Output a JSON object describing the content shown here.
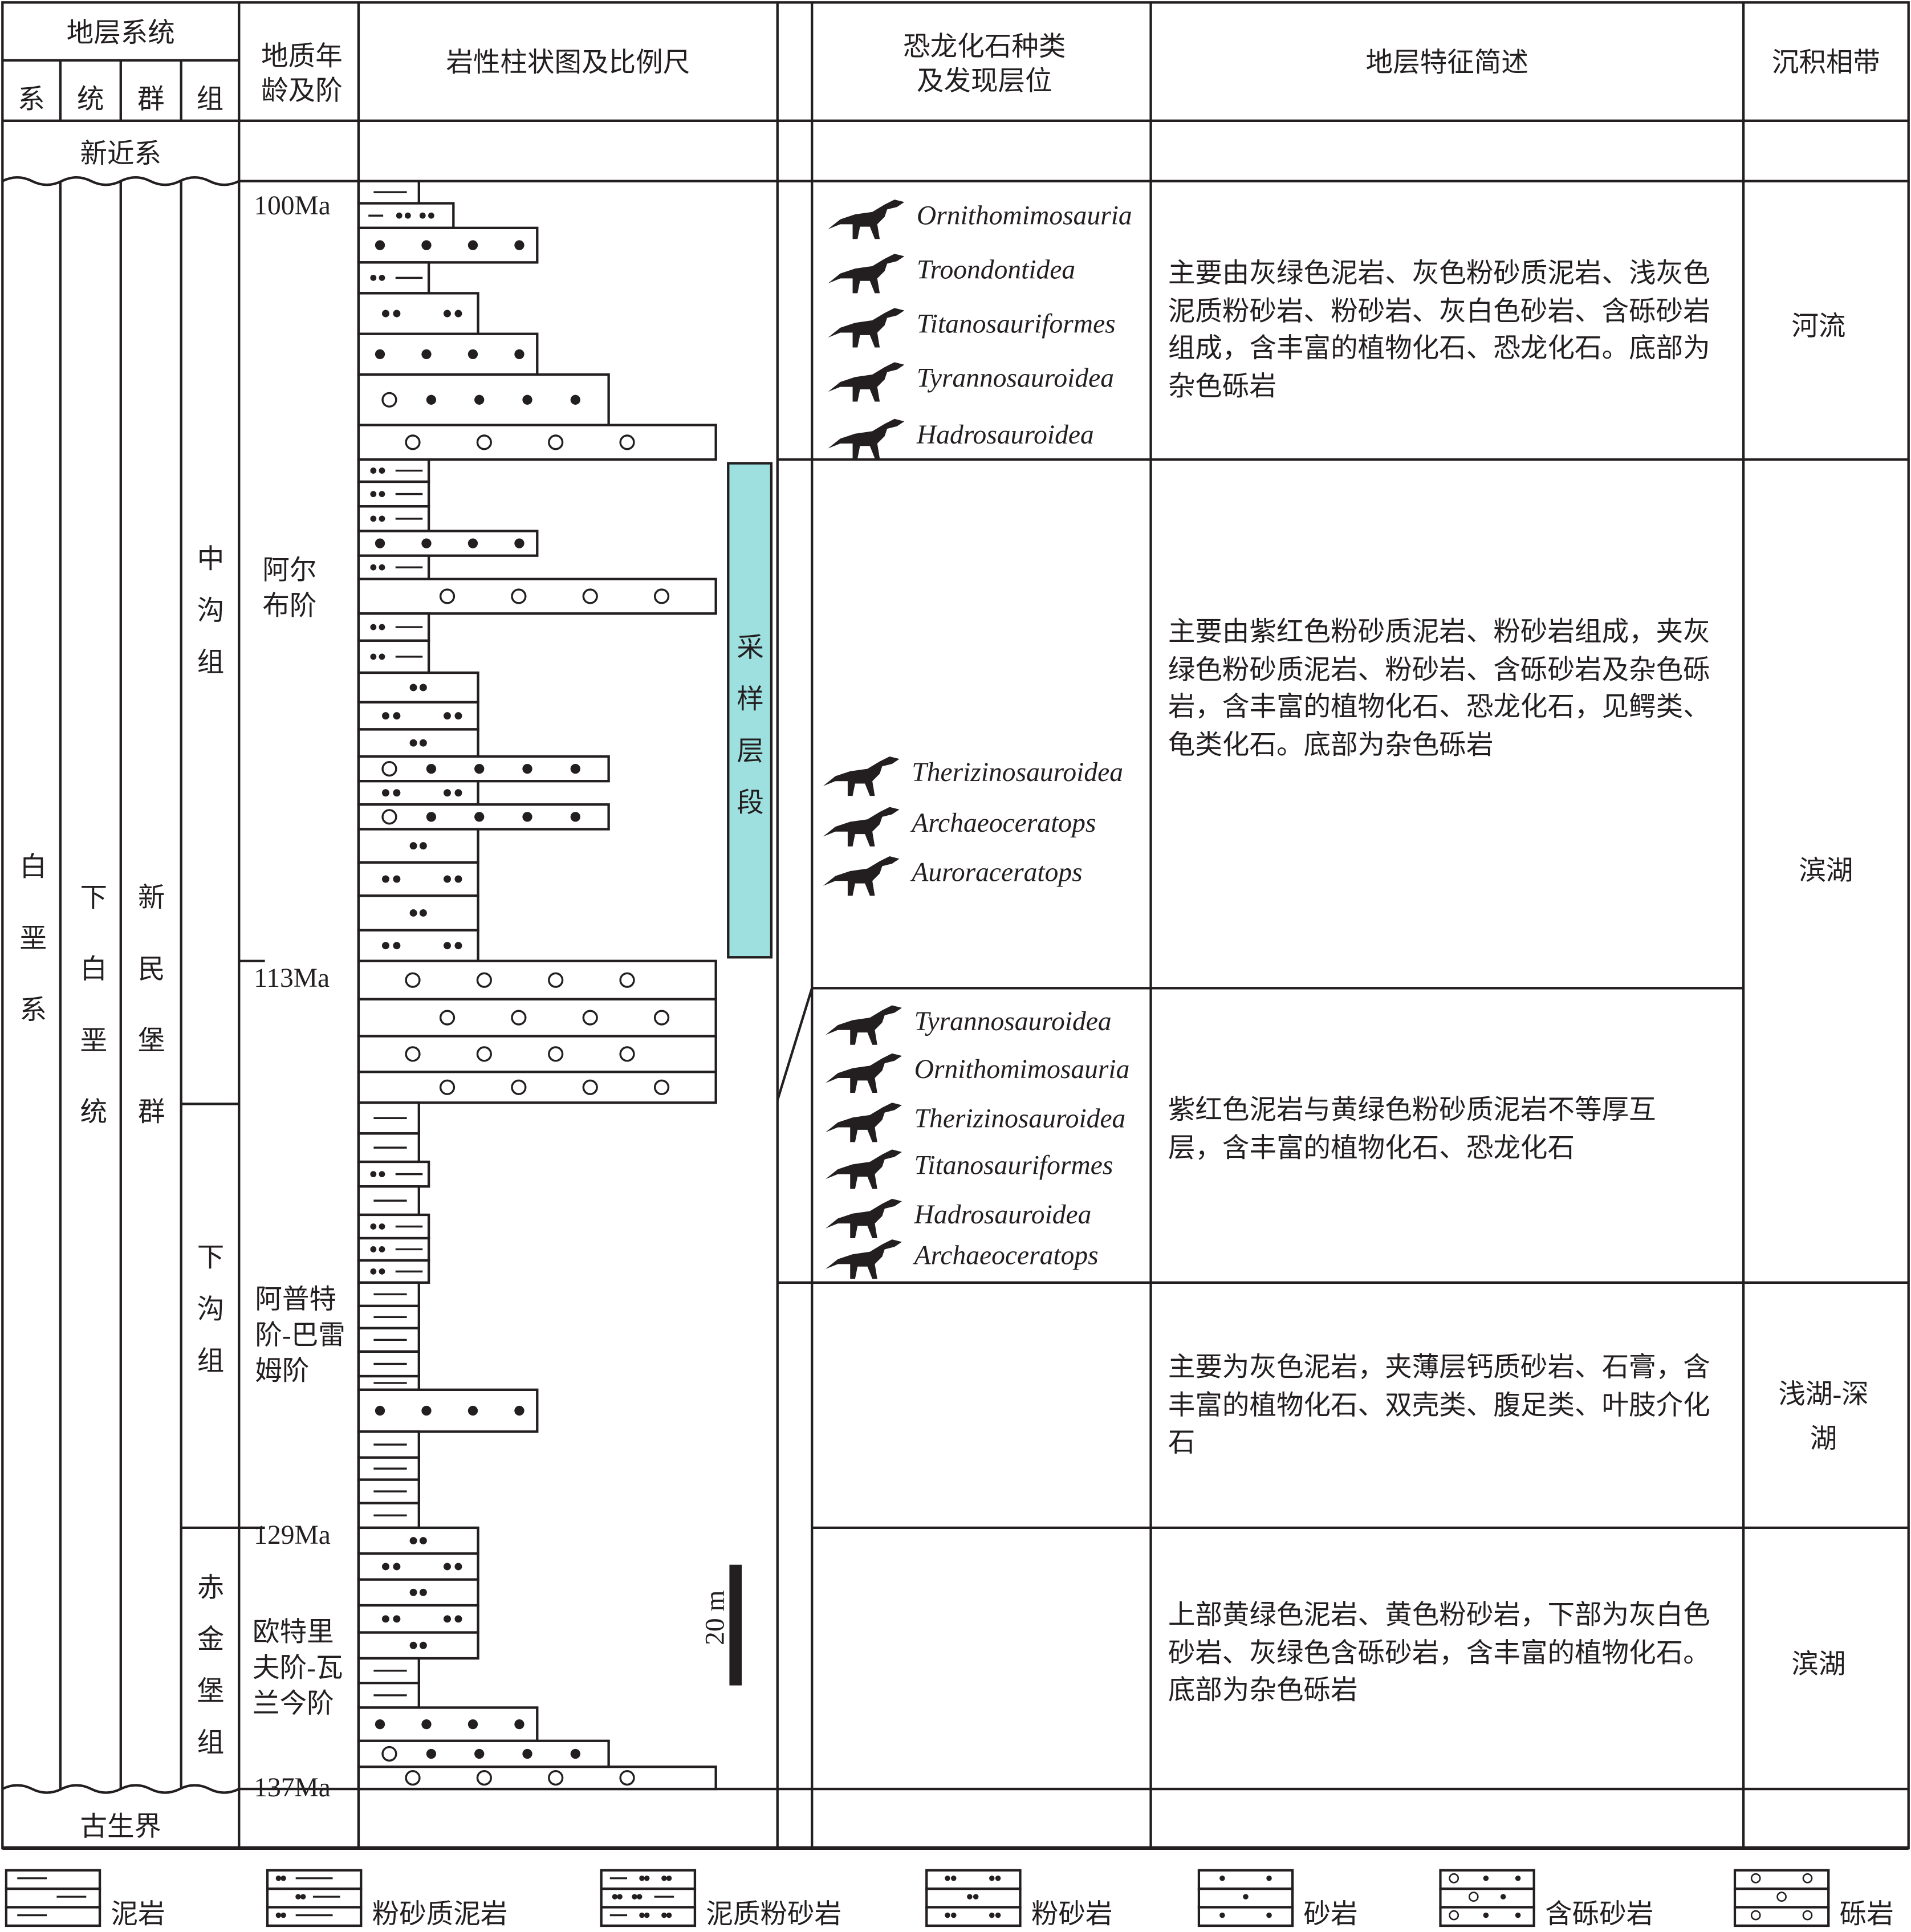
{
  "header": {
    "strat_system": "地层系统",
    "sub": [
      "系",
      "统",
      "群",
      "组"
    ],
    "age": "地质年龄及阶",
    "column": "岩性柱状图及比例尺",
    "fossil": "恐龙化石种类及发现层位",
    "feature": "地层特征简述",
    "facies": "沉积相带"
  },
  "units": {
    "top": "新近系",
    "bottom": "古生界",
    "system": "白垩系",
    "series": "下白垩统",
    "group": "新民堡群",
    "formations": [
      "中沟组",
      "下沟组",
      "赤金堡组"
    ]
  },
  "ages": [
    "100Ma",
    "113Ma",
    "129Ma",
    "137Ma"
  ],
  "stages": [
    "阿尔布阶",
    "阿普特阶-巴雷姆阶",
    "欧特里夫阶-瓦兰今阶"
  ],
  "sampling_label": "采样层段",
  "scale_label": "20 m",
  "fossils": [
    [
      "Ornithomimosauria",
      "Troondontidea",
      "Titanosauriformes",
      "Tyrannosauroidea",
      "Hadrosauroidea"
    ],
    [
      "Therizinosauroidea",
      "Archaeoceratops",
      "Auroraceratops"
    ],
    [
      "Tyrannosauroidea",
      "Ornithomimosauria",
      "Therizinosauroidea",
      "Titanosauriformes",
      "Hadrosauroidea",
      "Archaeoceratops"
    ]
  ],
  "descriptions": [
    "主要由灰绿色泥岩、灰色粉砂质泥岩、浅灰色泥质粉砂岩、粉砂岩、灰白色砂岩、含砾砂岩组成，含丰富的植物化石、恐龙化石。底部为杂色砾岩",
    "主要由紫红色粉砂质泥岩、粉砂岩组成，夹灰绿色粉砂质泥岩、粉砂岩、含砾砂岩及杂色砾岩，含丰富的植物化石、恐龙化石，见鳄类、龟类化石。底部为杂色砾岩",
    "紫红色泥岩与黄绿色粉砂质泥岩不等厚互层，含丰富的植物化石、恐龙化石",
    "主要为灰色泥岩，夹薄层钙质砂岩、石膏，含丰富的植物化石、双壳类、腹足类、叶肢介化石",
    "上部黄绿色泥岩、黄色粉砂岩，下部为灰白色砂岩、灰绿色含砾砂岩，含丰富的植物化石。底部为杂色砾岩"
  ],
  "facies": [
    "河流",
    "滨湖",
    "浅湖-深湖",
    "滨湖"
  ],
  "lithology_column": [
    "mud",
    "mudsilt",
    "sand",
    "siltymud",
    "silt",
    "sand",
    "pebsand",
    "cong",
    "siltymud",
    "siltymud",
    "siltymud",
    "sand",
    "siltymud",
    "cong",
    "siltymud",
    "siltymud",
    "silt",
    "silt",
    "silt",
    "pebsand",
    "silt",
    "pebsand",
    "silt",
    "silt",
    "silt",
    "silt",
    "cong",
    "cong",
    "cong",
    "cong",
    "mud",
    "mud",
    "siltymud",
    "mud",
    "siltymud",
    "siltymud",
    "siltymud",
    "mud",
    "mud",
    "mud",
    "mud",
    "mud",
    "sand",
    "mud",
    "mud",
    "mud",
    "mud",
    "silt",
    "silt",
    "silt",
    "silt",
    "silt",
    "mud",
    "mud",
    "sand",
    "pebsand",
    "cong"
  ],
  "legend": [
    {
      "type": "mud",
      "label": "泥岩"
    },
    {
      "type": "siltymud",
      "label": "粉砂质泥岩"
    },
    {
      "type": "mudsilt",
      "label": "泥质粉砂岩"
    },
    {
      "type": "silt",
      "label": "粉砂岩"
    },
    {
      "type": "sand",
      "label": "砂岩"
    },
    {
      "type": "pebsand",
      "label": "含砾砂岩"
    },
    {
      "type": "cong",
      "label": "砾岩"
    }
  ],
  "colors": {
    "line": "#231f20",
    "sampling": "#9edfdf"
  }
}
